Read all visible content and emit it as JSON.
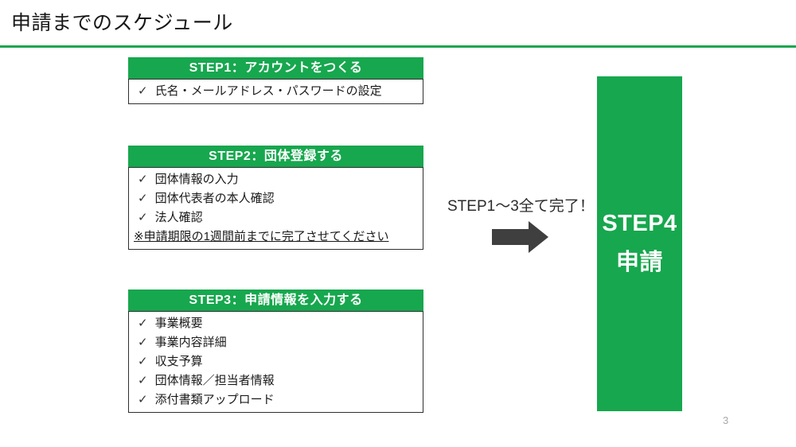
{
  "slide": {
    "title": "申請までのスケジュール",
    "page_number": "3",
    "accent_green": "#17a74e",
    "arrow_color": "#3f3f3f",
    "body_border_color": "#2f2f2f",
    "page_number_color": "#a9a9a9"
  },
  "icons": {
    "check": "✓"
  },
  "steps": [
    {
      "header": "STEP1：アカウントをつくる",
      "items": [
        "氏名・メールアドレス・パスワードの設定"
      ]
    },
    {
      "header": "STEP2：団体登録する",
      "items": [
        "団体情報の入力",
        "団体代表者の本人確認",
        "法人確認"
      ],
      "note": "※申請期限の1週間前までに完了させてください"
    },
    {
      "header": "STEP3：申請情報を入力する",
      "items": [
        "事業概要",
        "事業内容詳細",
        "収支予算",
        "団体情報／担当者情報",
        "添付書類アップロード"
      ]
    }
  ],
  "flow": {
    "completion_text": "STEP1〜3全て完了！",
    "final_step": {
      "line1": "STEP4",
      "line2": "申請"
    }
  }
}
